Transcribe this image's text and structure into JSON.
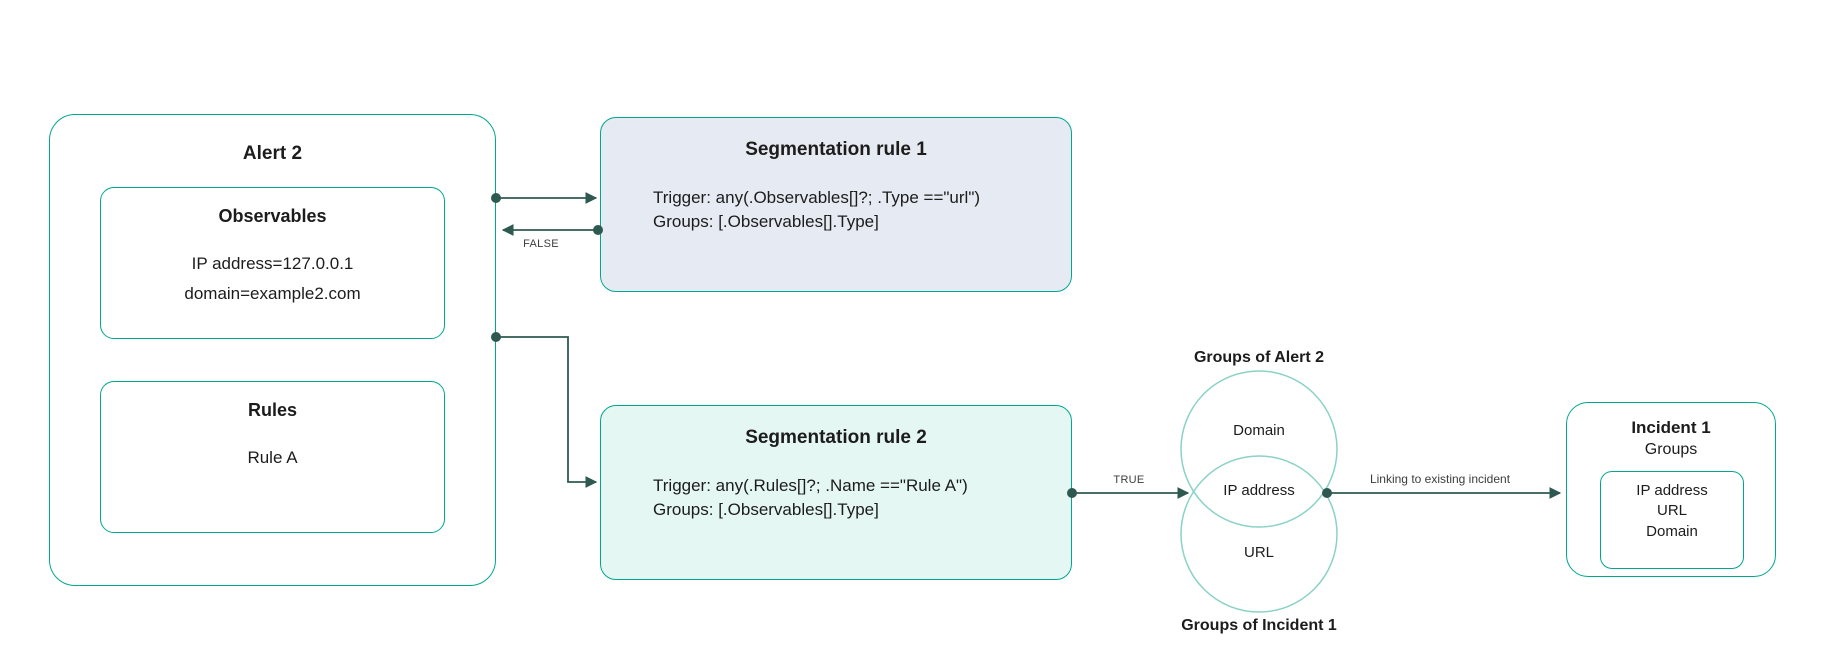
{
  "alert": {
    "title": "Alert 2",
    "observables": {
      "title": "Observables",
      "lines": [
        "IP address=127.0.0.1",
        "domain=example2.com"
      ]
    },
    "rules": {
      "title": "Rules",
      "lines": [
        "Rule A"
      ]
    }
  },
  "rule1": {
    "title": "Segmentation rule 1",
    "lines": [
      "Trigger: any(.Observables[]?; .Type ==\"url\")",
      "Groups: [.Observables[].Type]"
    ]
  },
  "rule2": {
    "title": "Segmentation rule 2",
    "lines": [
      "Trigger: any(.Rules[]?; .Name ==\"Rule A\")",
      "Groups: [.Observables[].Type]"
    ]
  },
  "venn": {
    "top_label": "Groups of Alert 2",
    "bottom_label": "Groups of Incident 1",
    "sets": {
      "top": "Domain",
      "intersection": "IP address",
      "bottom": "URL"
    }
  },
  "incident": {
    "title": "Incident 1",
    "subtitle": "Groups",
    "groups": [
      "IP address",
      "URL",
      "Domain"
    ]
  },
  "edges": {
    "false_label": "FALSE",
    "true_label": "TRUE",
    "link_label": "Linking to existing incident"
  },
  "colors": {
    "node_border": "#00a78e",
    "connector": "#2e5951",
    "rule1_background": "#e6eaf2",
    "rule2_background": "#e4f7f3",
    "venn_stroke": "#8ad2c5"
  }
}
